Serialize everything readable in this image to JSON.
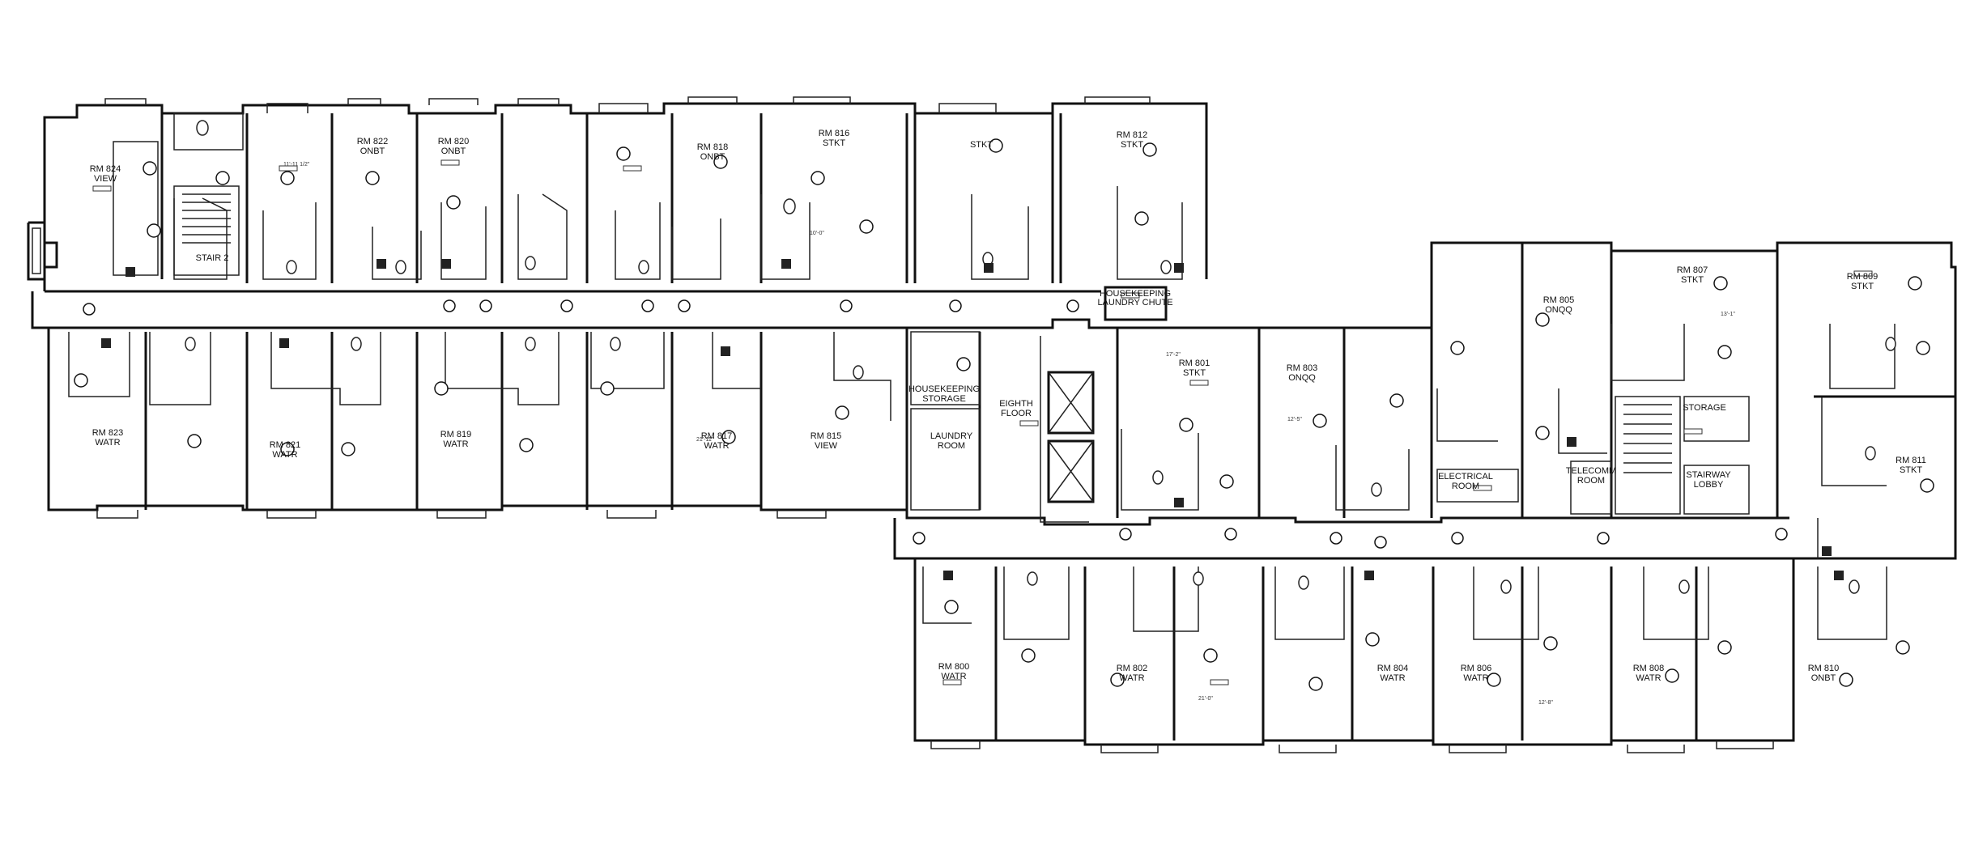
{
  "plan": {
    "labels": {
      "rm824": [
        "RM 824",
        "VIEW"
      ],
      "stair2": [
        "STAIR 2"
      ],
      "rm822": [
        "RM 822",
        "ONBT"
      ],
      "rm820": [
        "RM 820",
        "ONBT"
      ],
      "rm818": [
        "RM 818",
        "ONBT"
      ],
      "rm816": [
        "RM 816",
        "STKT"
      ],
      "rm814": [
        "STKT"
      ],
      "rm812": [
        "RM 812",
        "STKT"
      ],
      "laundry_chute": [
        "HOUSEKEEPING",
        "LAUNDRY CHUTE"
      ],
      "rm823": [
        "RM 823",
        "WATR"
      ],
      "rm821": [
        "RM 821",
        "WATR"
      ],
      "rm819": [
        "RM 819",
        "WATR"
      ],
      "rm817": [
        "RM 817",
        "WATR"
      ],
      "rm815": [
        "RM 815",
        "VIEW"
      ],
      "hk_storage": [
        "HOUSEKEEPING",
        "STORAGE"
      ],
      "laundry_room": [
        "LAUNDRY",
        "ROOM"
      ],
      "eighth_floor": [
        "EIGHTH",
        "FLOOR"
      ],
      "rm801": [
        "RM 801",
        "STKT"
      ],
      "rm803": [
        "RM 803",
        "ONQQ"
      ],
      "rm805": [
        "RM 805",
        "ONQQ"
      ],
      "rm807": [
        "RM 807",
        "STKT"
      ],
      "rm809": [
        "RM 809",
        "STKT"
      ],
      "storage": [
        "STORAGE"
      ],
      "electrical": [
        "ELECTRICAL",
        "ROOM"
      ],
      "telecomm": [
        "TELECOMM",
        "ROOM"
      ],
      "stair_lobby": [
        "STAIRWAY",
        "LOBBY"
      ],
      "rm811": [
        "RM 811",
        "STKT"
      ],
      "rm800": [
        "RM 800",
        "WATR"
      ],
      "rm802": [
        "RM 802",
        "WATR"
      ],
      "rm804": [
        "RM 804",
        "WATR"
      ],
      "rm806": [
        "RM 806",
        "WATR"
      ],
      "rm808": [
        "RM 808",
        "WATR"
      ],
      "rm810": [
        "RM 810",
        "ONBT"
      ]
    }
  }
}
